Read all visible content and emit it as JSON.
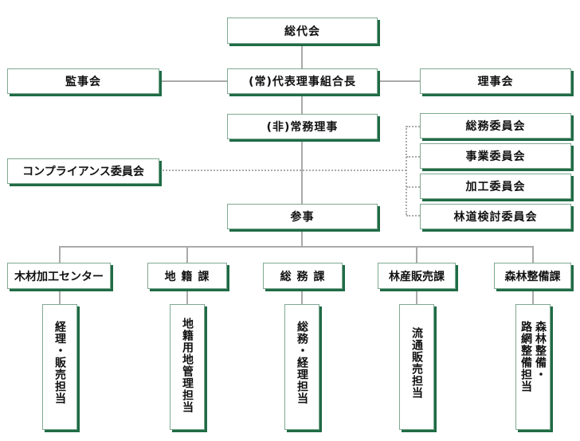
{
  "top": {
    "general_assembly": "総代会",
    "auditors": "監事会",
    "representative_director": "(常)代表理事組合長",
    "board": "理事会",
    "non_standing_director": "(非)常務理事",
    "compliance_committee": "コンプライアンス委員会",
    "counselor": "参事"
  },
  "committees": [
    {
      "label": "総務委員会"
    },
    {
      "label": "事業委員会"
    },
    {
      "label": "加工委員会"
    },
    {
      "label": "林道検討委員会"
    }
  ],
  "departments": [
    {
      "label": "木材加工センター",
      "duty": "経理・販売担当"
    },
    {
      "label": "地 籍 課",
      "duty": "地籍用地管理担当"
    },
    {
      "label": "総 務 課",
      "duty": "総務・経理担当"
    },
    {
      "label": "林産販売課",
      "duty": "流通販売担当"
    },
    {
      "label": "森林整備課",
      "duty": "森林整備・\n路網整備担当"
    }
  ],
  "colors": {
    "border": "#7fa992",
    "shadow": "#1f6b45",
    "line": "#aaaaaa"
  }
}
